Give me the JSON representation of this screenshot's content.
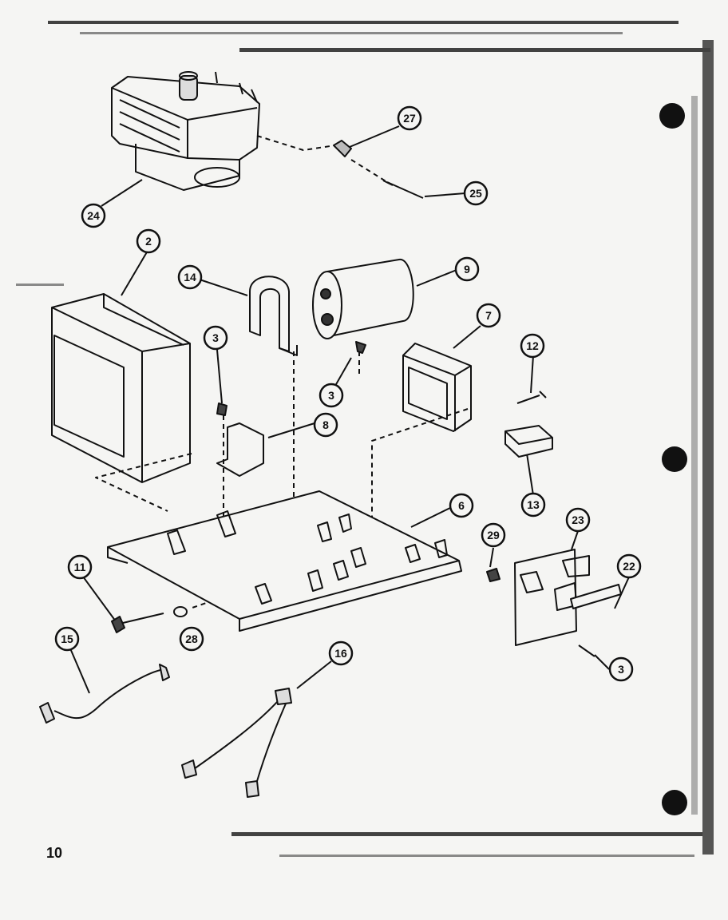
{
  "page": {
    "number": "10"
  },
  "callouts": [
    {
      "id": "c24",
      "label": "24"
    },
    {
      "id": "c27",
      "label": "27"
    },
    {
      "id": "c25",
      "label": "25"
    },
    {
      "id": "c2",
      "label": "2"
    },
    {
      "id": "c14",
      "label": "14"
    },
    {
      "id": "c9",
      "label": "9"
    },
    {
      "id": "c7",
      "label": "7"
    },
    {
      "id": "c3a",
      "label": "3"
    },
    {
      "id": "c3b",
      "label": "3"
    },
    {
      "id": "c12",
      "label": "12"
    },
    {
      "id": "c8",
      "label": "8"
    },
    {
      "id": "c13",
      "label": "13"
    },
    {
      "id": "c6",
      "label": "6"
    },
    {
      "id": "c29",
      "label": "29"
    },
    {
      "id": "c23",
      "label": "23"
    },
    {
      "id": "c22",
      "label": "22"
    },
    {
      "id": "c11",
      "label": "11"
    },
    {
      "id": "c28",
      "label": "28"
    },
    {
      "id": "c15",
      "label": "15"
    },
    {
      "id": "c16",
      "label": "16"
    },
    {
      "id": "c3c",
      "label": "3"
    }
  ]
}
